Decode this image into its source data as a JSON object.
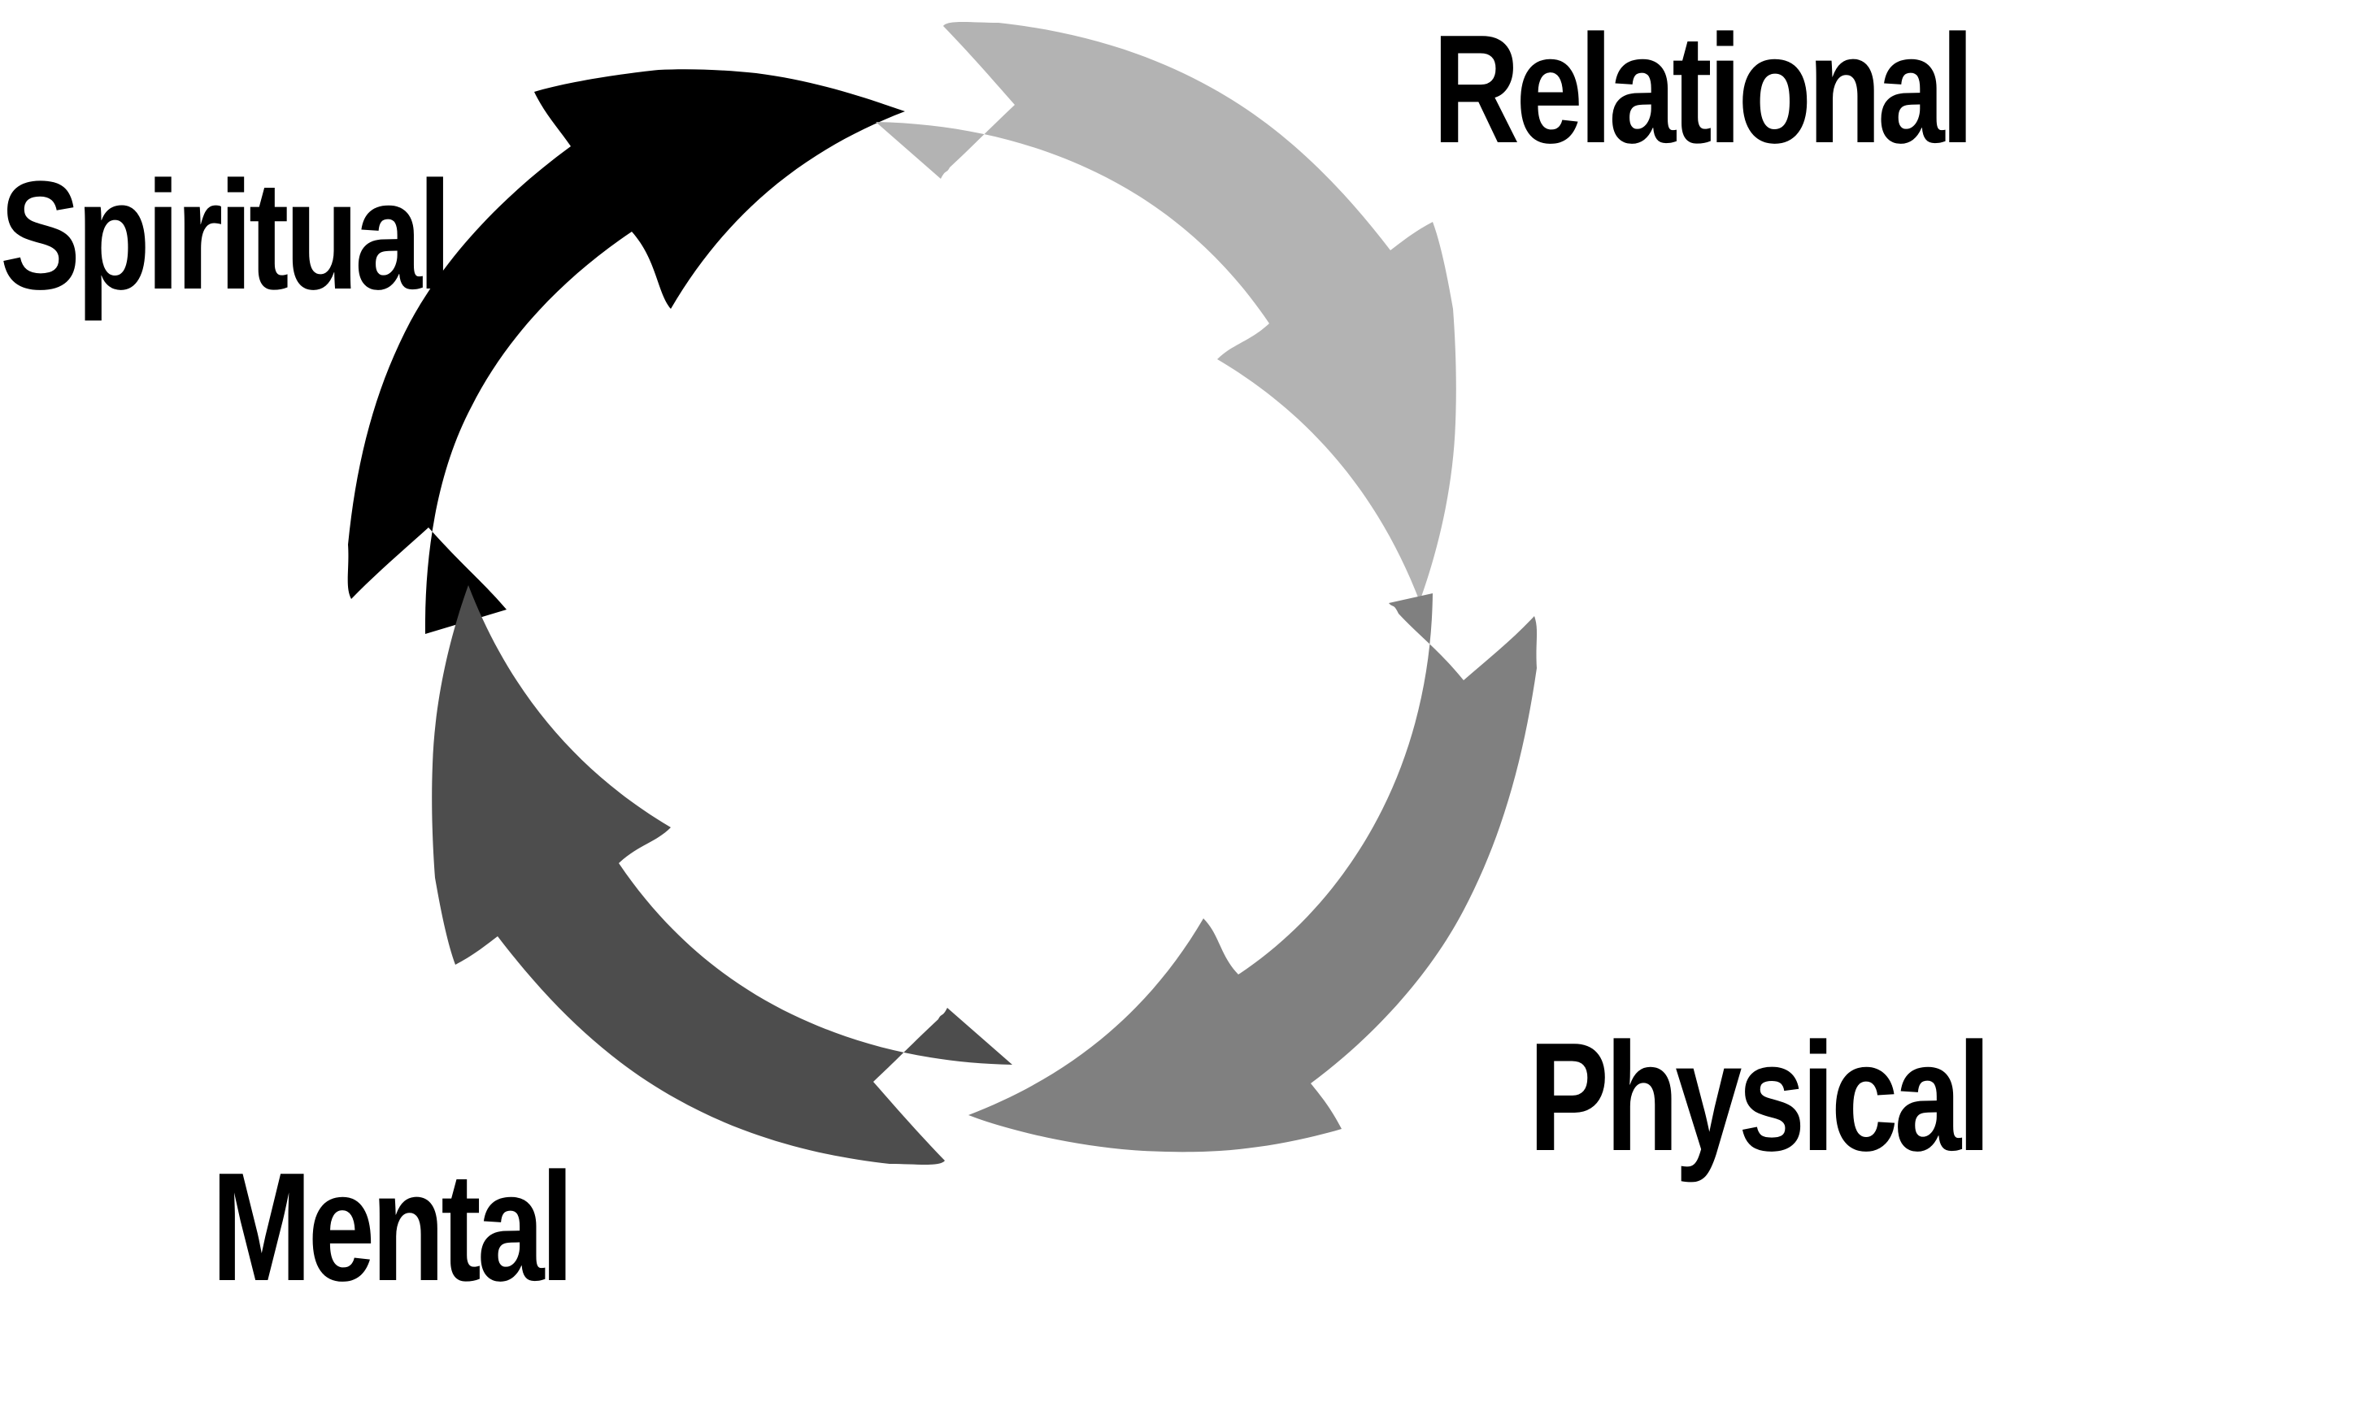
{
  "diagram": {
    "segments": [
      {
        "label": "Spiritual",
        "color": "#000000"
      },
      {
        "label": "Relational",
        "color": "#b3b3b3"
      },
      {
        "label": "Physical",
        "color": "#808080"
      },
      {
        "label": "Mental",
        "color": "#4d4d4d"
      }
    ],
    "background": "#ffffff",
    "label_color": "#000000"
  }
}
